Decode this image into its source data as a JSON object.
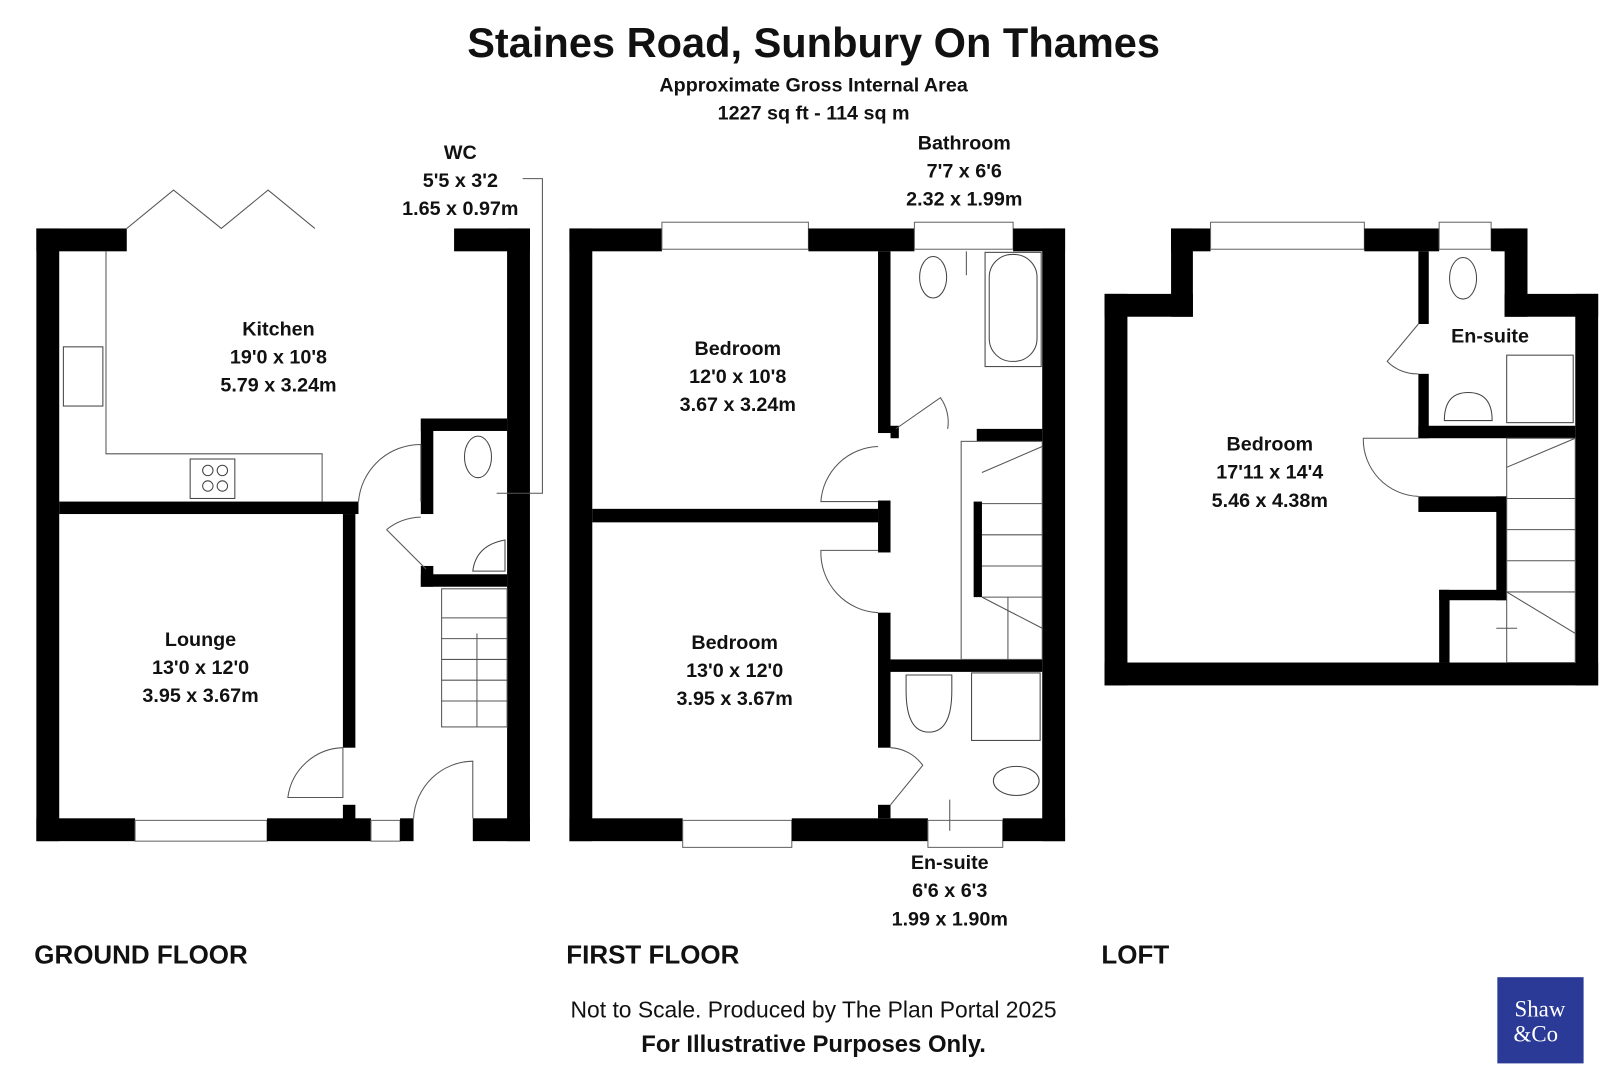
{
  "header": {
    "title": "Staines Road, Sunbury On Thames",
    "subtitle": "Approximate Gross Internal Area",
    "area": "1227 sq ft - 114 sq m"
  },
  "ground_floor": {
    "label": "GROUND FLOOR",
    "rooms": [
      {
        "name": "Kitchen",
        "imperial": "19'0 x 10'8",
        "metric": "5.79 x 3.24m"
      },
      {
        "name": "Lounge",
        "imperial": "13'0 x 12'0",
        "metric": "3.95 x 3.67m"
      },
      {
        "name": "WC",
        "imperial": "5'5 x 3'2",
        "metric": "1.65 x 0.97m"
      }
    ]
  },
  "first_floor": {
    "label": "FIRST FLOOR",
    "rooms": [
      {
        "name": "Bedroom",
        "imperial": "12'0 x 10'8",
        "metric": "3.67 x 3.24m"
      },
      {
        "name": "Bedroom",
        "imperial": "13'0 x 12'0",
        "metric": "3.95 x 3.67m"
      },
      {
        "name": "Bathroom",
        "imperial": "7'7 x 6'6",
        "metric": "2.32 x 1.99m"
      },
      {
        "name": "En-suite",
        "imperial": "6'6 x 6'3",
        "metric": "1.99 x 1.90m"
      }
    ]
  },
  "loft": {
    "label": "LOFT",
    "rooms": [
      {
        "name": "Bedroom",
        "imperial": "17'11 x 14'4",
        "metric": "5.46 x 4.38m"
      },
      {
        "name": "En-suite"
      }
    ]
  },
  "footer": {
    "note": "Not to Scale. Produced by The Plan Portal 2025",
    "disclaimer": "For Illustrative Purposes Only."
  },
  "logo": {
    "line1": "Shaw",
    "line2": "&Co",
    "color": "#2a3a96"
  }
}
